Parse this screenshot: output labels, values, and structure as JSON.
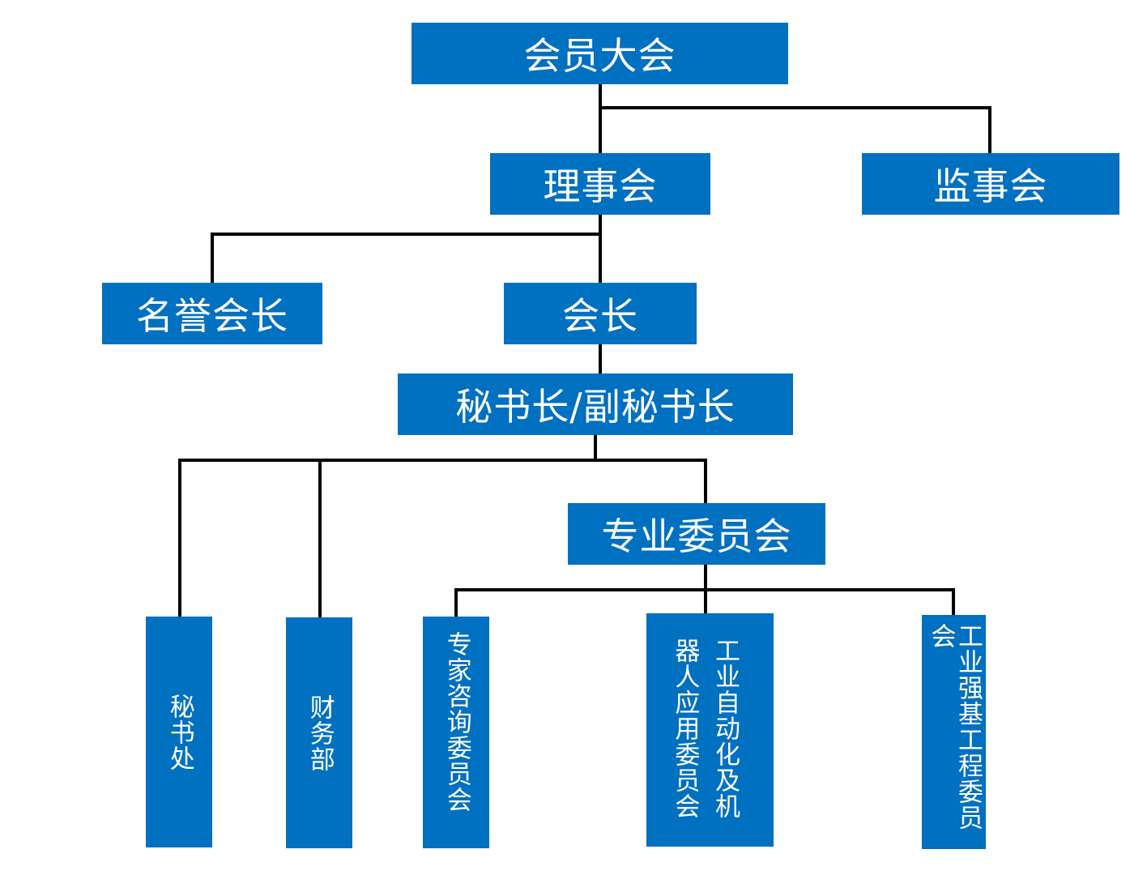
{
  "diagram": {
    "nodes": {
      "assembly": "会员大会",
      "council": "理事会",
      "supervisory_board": "监事会",
      "honorary_president": "名誉会长",
      "president": "会长",
      "secretary_general": "秘书长/副秘书长",
      "specialized_committees": "专业委员会",
      "secretariat": "秘书处",
      "finance_department": "财务部",
      "expert_committee": "专家咨询委员会",
      "automation_committee": "工业自动化及机器人应用委员会",
      "strong_foundation_committee": "工业强基工程委员会"
    },
    "edges": [
      [
        "assembly",
        "council"
      ],
      [
        "assembly",
        "supervisory_board"
      ],
      [
        "council",
        "honorary_president"
      ],
      [
        "council",
        "president"
      ],
      [
        "president",
        "secretary_general"
      ],
      [
        "secretary_general",
        "secretariat"
      ],
      [
        "secretary_general",
        "finance_department"
      ],
      [
        "secretary_general",
        "specialized_committees"
      ],
      [
        "specialized_committees",
        "expert_committee"
      ],
      [
        "specialized_committees",
        "automation_committee"
      ],
      [
        "specialized_committees",
        "strong_foundation_committee"
      ]
    ]
  }
}
